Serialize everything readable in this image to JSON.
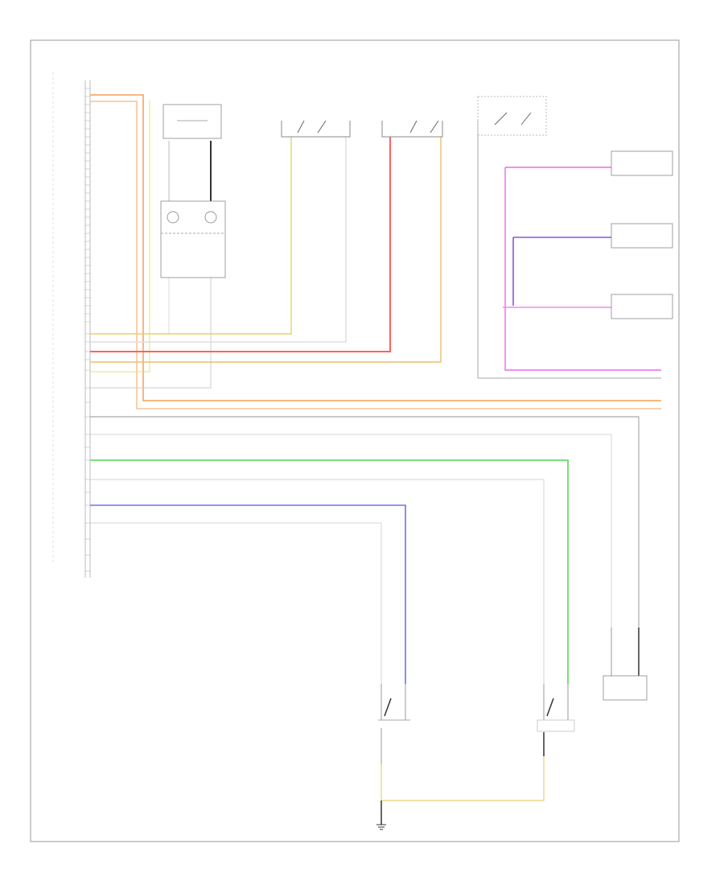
{
  "diagram": {
    "frame_label": "",
    "page_ref": "",
    "module_main": "",
    "module_side": "",
    "footnote": "",
    "components": [
      {
        "name": "relay-top-left",
        "label": ""
      },
      {
        "name": "sensor-module",
        "label": ""
      },
      {
        "name": "switch-left",
        "label": ""
      },
      {
        "name": "switch-right",
        "label": ""
      },
      {
        "name": "switch-upper-right",
        "label": ""
      },
      {
        "name": "connector-1",
        "label": ""
      },
      {
        "name": "connector-2",
        "label": ""
      },
      {
        "name": "connector-3",
        "label": ""
      },
      {
        "name": "bottom-comp-1",
        "label": ""
      },
      {
        "name": "bottom-comp-2",
        "label": ""
      },
      {
        "name": "bottom-comp-3",
        "label": ""
      }
    ],
    "colors": {
      "orange": "#f5a050",
      "peach": "#f8c090",
      "yellow": "#e8d070",
      "red": "#ff6060",
      "gray": "#bbbbbb",
      "green": "#66dd66",
      "blue": "#7070ee",
      "magenta": "#ee66ee",
      "purple": "#8855dd",
      "black": "#333333",
      "frame": "#888888"
    }
  }
}
